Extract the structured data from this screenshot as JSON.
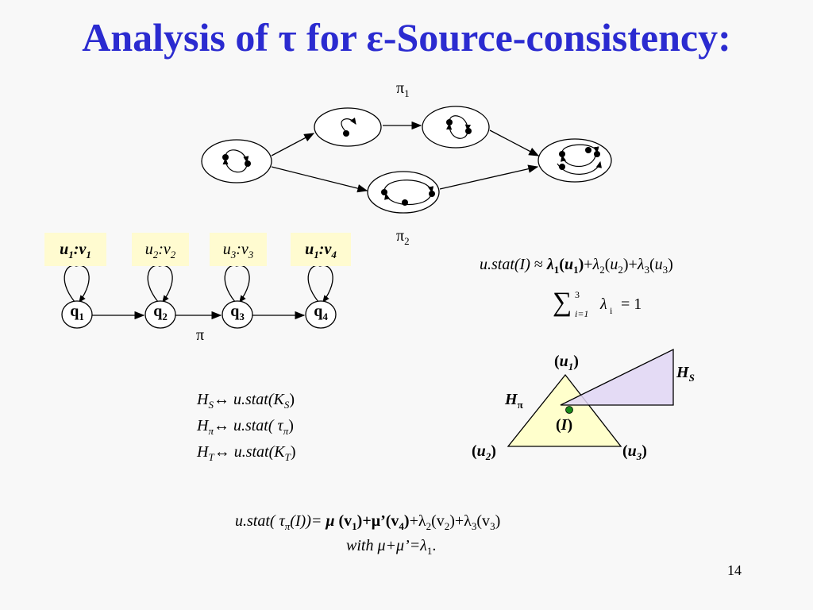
{
  "title": "Analysis of τ for ε-Source-consistency:",
  "diagram": {
    "pi1_label": "π",
    "pi1_sub": "1",
    "pi2_label": "π",
    "pi2_sub": "2",
    "pi_label": "π"
  },
  "chain": {
    "labels": [
      {
        "a": "u",
        "a_sub": "1",
        "sep": ":",
        "b": "v",
        "b_sub": "1"
      },
      {
        "a": "u",
        "a_sub": "2",
        "sep": ":",
        "b": "v",
        "b_sub": "2"
      },
      {
        "a": "u",
        "a_sub": "3",
        "sep": ":",
        "b": "v",
        "b_sub": "3"
      },
      {
        "a": "u",
        "a_sub": "1",
        "sep": ":",
        "b": "v",
        "b_sub": "4"
      }
    ],
    "states": [
      {
        "name": "q",
        "sub": "1"
      },
      {
        "name": "q",
        "sub": "2"
      },
      {
        "name": "q",
        "sub": "3"
      },
      {
        "name": "q",
        "sub": "4"
      }
    ]
  },
  "formulas": {
    "ustat_lhs": "u.stat(I)",
    "approx": "≈",
    "lam1": "λ",
    "u1": "u",
    "plus": "+",
    "lam2": "λ",
    "u2": "u",
    "lam3": "λ",
    "u3": "u",
    "sum_top": "3",
    "sum_bottom": "i=1",
    "sum_lam": "λ",
    "sum_i": "i",
    "sum_rhs": "= 1",
    "h_lines": [
      {
        "h": "H",
        "sub": "S",
        "arrow": "↔",
        "rhs": "u.stat(K",
        "rhs_sub": "S",
        "close": ")"
      },
      {
        "h": "H",
        "sub": "π",
        "arrow": "↔",
        "rhs": "u.stat( τ",
        "rhs_sub": "π",
        "close": ")"
      },
      {
        "h": "H",
        "sub": "T",
        "arrow": "↔",
        "rhs": "u.stat(K",
        "rhs_sub": "T",
        "close": ")"
      }
    ],
    "bottom_line1_a": "u.stat( τ",
    "bottom_line1_a_sub": "π",
    "bottom_line1_b": "(I))=",
    "mu": "μ",
    "v1": "(v",
    "mu2": "+μ’(v",
    "tail": "+λ",
    "v2": "(v",
    "v3": "(v",
    "bottom_line2": "with",
    "with_expr": "μ+μ’=λ",
    "with_sub": "1"
  },
  "triangle": {
    "u1": "u",
    "u1_sub": "1",
    "u2": "u",
    "u2_sub": "2",
    "u3": "u",
    "u3_sub": "3",
    "I": "I",
    "H_pi": "H",
    "H_pi_sub": "π",
    "H_S": "H",
    "H_S_sub": "S",
    "tri_fill": "#ffffcc",
    "hs_fill": "#e0d6f4",
    "dot_color": "#1a8a1a"
  },
  "page_number": "14",
  "colors": {
    "title": "#2b2bd0",
    "label_bg": "#fffbd0"
  }
}
